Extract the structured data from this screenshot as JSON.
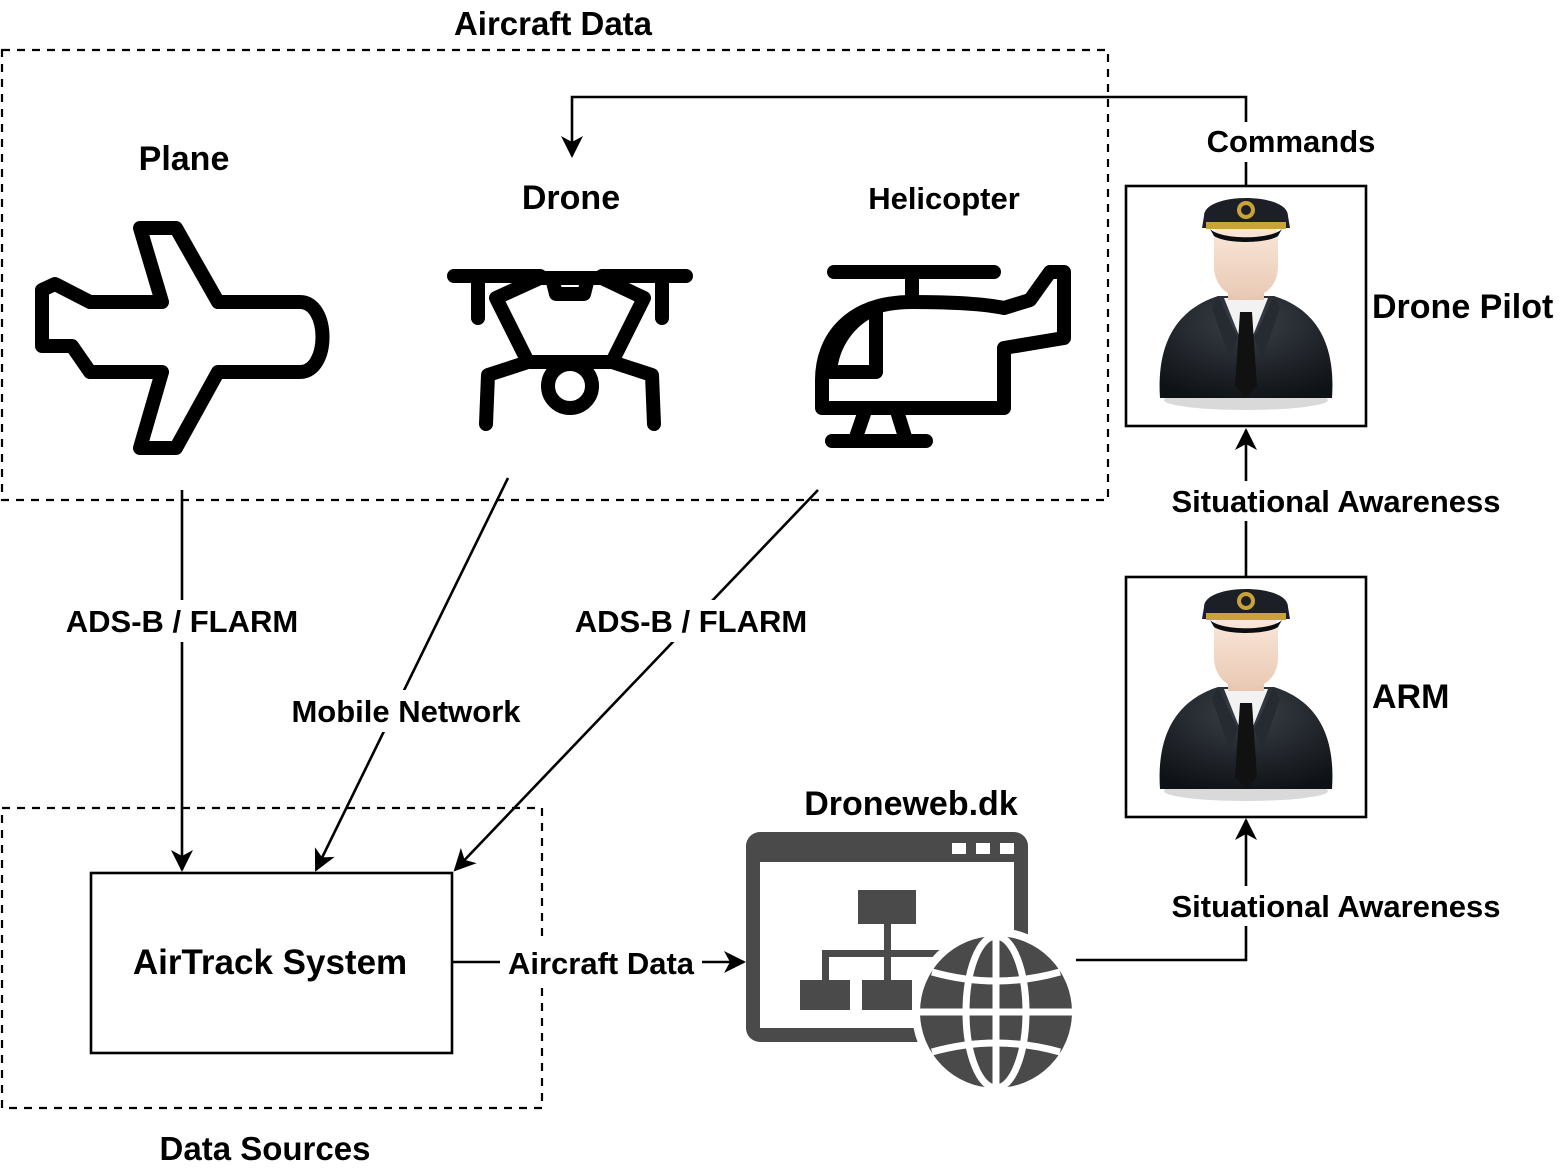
{
  "groups": {
    "aircraft_data": "Aircraft Data",
    "data_sources": "Data Sources"
  },
  "aircraft": {
    "plane": "Plane",
    "drone": "Drone",
    "helicopter": "Helicopter"
  },
  "nodes": {
    "airtrack": "AirTrack System",
    "droneweb": "Droneweb.dk",
    "drone_pilot": "Drone Pilot",
    "arm": "ARM"
  },
  "edges": {
    "plane_link": "ADS-B / FLARM",
    "drone_link": "Mobile Network",
    "heli_link": "ADS-B / FLARM",
    "airtrack_to_droneweb": "Aircraft Data",
    "droneweb_to_arm": "Situational Awareness",
    "arm_to_pilot": "Situational Awareness",
    "pilot_to_drone": "Commands"
  },
  "icons": {
    "plane": "airplane-icon",
    "drone": "drone-icon",
    "helicopter": "helicopter-icon",
    "droneweb": "web-sitemap-globe-icon",
    "person": "pilot-avatar-icon"
  },
  "colors": {
    "line": "#000000",
    "web_icon": "#4a4a4a",
    "uniform": "#1e2328"
  }
}
